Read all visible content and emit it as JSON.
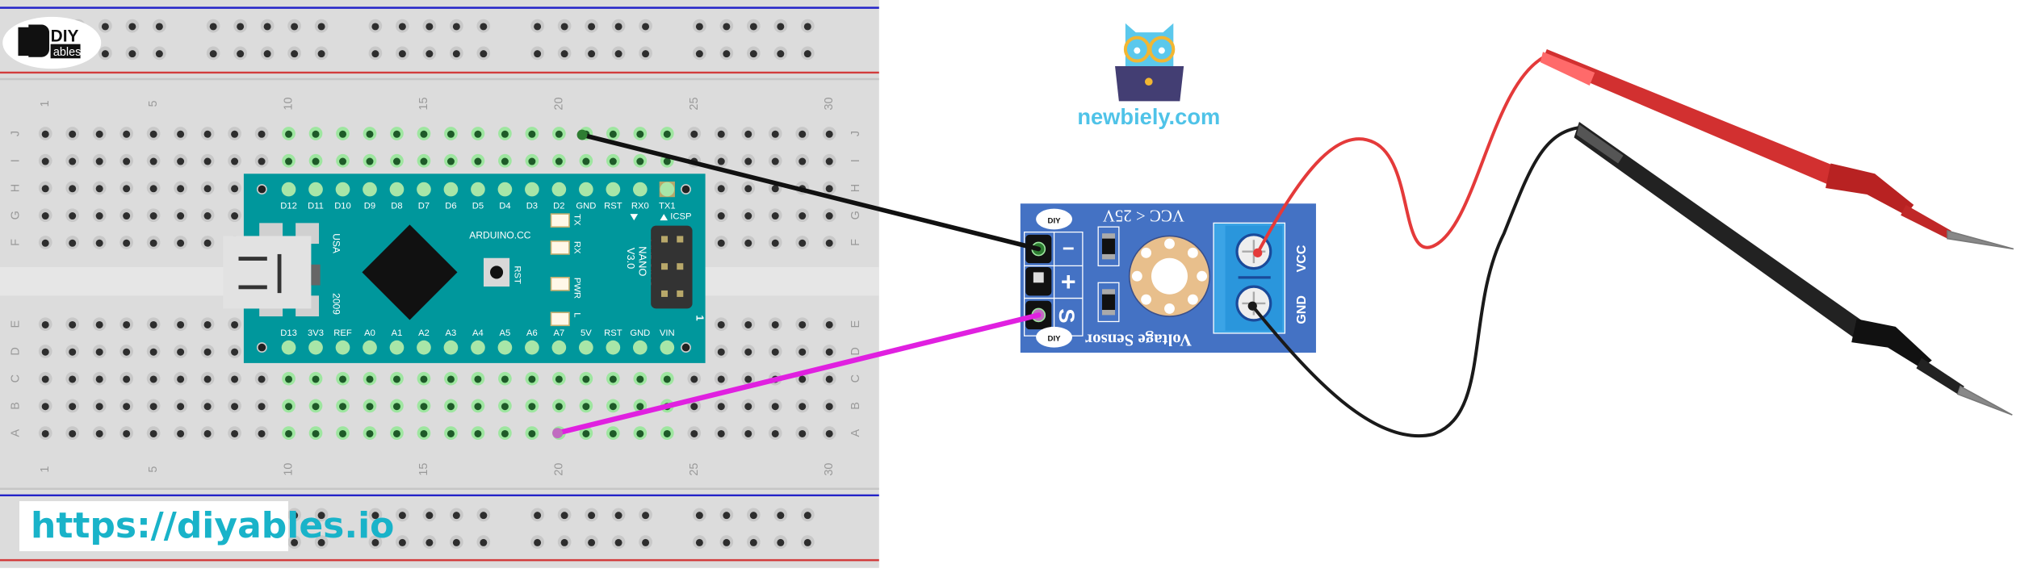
{
  "logos": {
    "diyables_top": "DIY",
    "diyables_bottom": "ables",
    "newbiely": "newbiely.com"
  },
  "url_banner": "https://diyables.io",
  "breadboard": {
    "column_numbers": [
      "1",
      "5",
      "10",
      "15",
      "20",
      "25",
      "30"
    ],
    "rows_top": [
      "J",
      "I",
      "H",
      "G",
      "F"
    ],
    "rows_bottom": [
      "E",
      "D",
      "C",
      "B",
      "A"
    ],
    "colors": {
      "body": "#dcdcdc",
      "rail_blue": "#2323c8",
      "rail_red": "#d23c3c",
      "hole": "#2e2e2e",
      "hole_active": "#1e5a28",
      "hole_active_ring": "#9ee6a0"
    }
  },
  "arduino": {
    "top_pins": [
      "D12",
      "D11",
      "D10",
      "D9",
      "D8",
      "D7",
      "D6",
      "D5",
      "D4",
      "D3",
      "D2",
      "GND",
      "RST",
      "RX0",
      "TX1"
    ],
    "bottom_pins": [
      "D13",
      "3V3",
      "REF",
      "A0",
      "A1",
      "A2",
      "A3",
      "A4",
      "A5",
      "A6",
      "A7",
      "5V",
      "RST",
      "GND",
      "VIN"
    ],
    "brand": "ARDUINO.CC",
    "model_line1": "ARDUINO",
    "model_line2": "NANO",
    "model_line3": "V3.0",
    "country": "USA",
    "year": "2009",
    "reset_label": "RST",
    "icsp_label": "ICSP",
    "icsp_pin1": "1",
    "leds": [
      "TX",
      "RX",
      "PWR",
      "L"
    ],
    "color": "#00979c"
  },
  "sensor": {
    "title": "Voltage Sensor",
    "rating": "VCC < 25V",
    "pins": [
      "−",
      "+",
      "S"
    ],
    "terminals": [
      "VCC",
      "GND"
    ],
    "color": "#4472c4"
  },
  "wires": {
    "ground_color": "#111111",
    "signal_color": "#e020e0",
    "probe_red": "#e43a3a",
    "probe_black": "#1a1a1a"
  }
}
